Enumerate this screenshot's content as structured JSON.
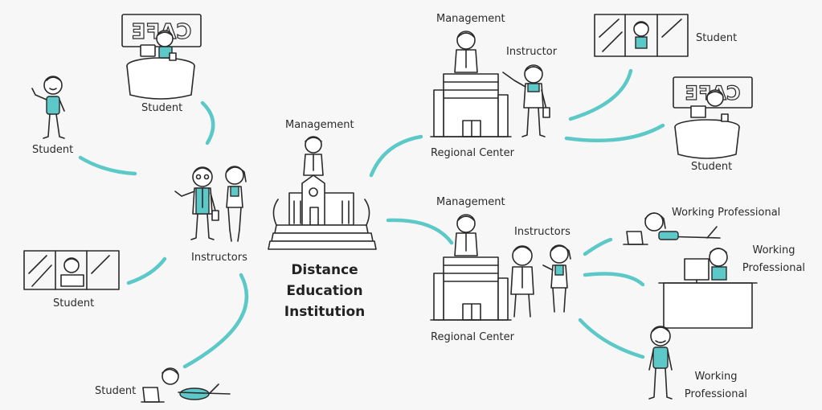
{
  "labels": {
    "center_management": "Management",
    "institution_line1": "Distance Education",
    "institution_line2": "Institution",
    "instructors_left": "Instructors",
    "student_cafe_top": "Student",
    "student_left_standing": "Student",
    "student_window_left": "Student",
    "student_lying_bottom": "Student",
    "rc1_management": "Management",
    "rc1_instructor": "Instructor",
    "rc1_regional_center": "Regional Center",
    "rc1_student_window": "Student",
    "rc1_student_cafe": "Student",
    "rc2_management": "Management",
    "rc2_instructors": "Instructors",
    "rc2_regional_center": "Regional Center",
    "wp_lying": "Working Professional",
    "wp_desk_line1": "Working",
    "wp_desk_line2": "Professional",
    "wp_standing_line1": "Working",
    "wp_standing_line2": "Professional"
  },
  "signs": {
    "cafe_sign": "CAFE"
  },
  "colors": {
    "accent_teal": "#5cc8c8",
    "ink": "#2a2a2a",
    "background": "#f7f7f7"
  }
}
